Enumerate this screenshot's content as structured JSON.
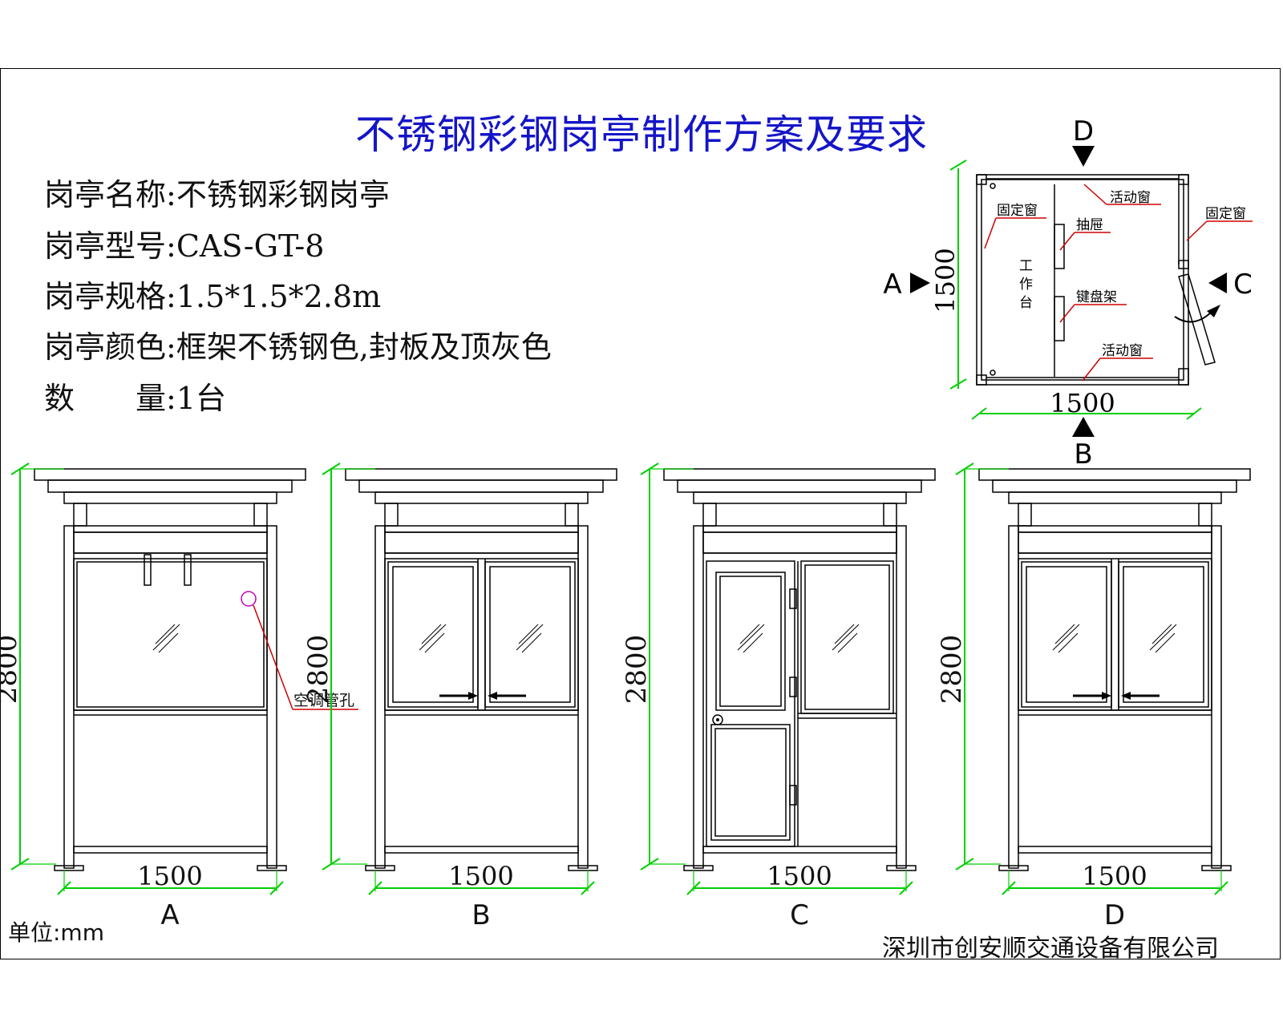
{
  "title": "不锈钢彩钢岗亭制作方案及要求",
  "specs": [
    {
      "label": "岗亭名称:",
      "value": "不锈钢彩钢岗亭"
    },
    {
      "label": "岗亭型号:",
      "value": "CAS-GT-8"
    },
    {
      "label": "岗亭规格:",
      "value": "1.5*1.5*2.8m"
    },
    {
      "label": "岗亭颜色:",
      "value": "框架不锈钢色,封板及顶灰色"
    },
    {
      "label": "数　　量:",
      "value": "1台"
    }
  ],
  "plan": {
    "direction_labels": {
      "top": "D",
      "left": "A",
      "right": "C",
      "bottom": "B"
    },
    "dim_width": "1500",
    "dim_depth": "1500",
    "labels": {
      "fixed_window_left": "固定窗",
      "fixed_window_right": "固定窗",
      "sliding_window_top": "活动窗",
      "sliding_window_bottom": "活动窗",
      "drawer": "抽屉",
      "keyboard_rack": "键盘架",
      "workbench": "工作台"
    }
  },
  "elevations": [
    {
      "label": "A",
      "height_dim": "2800",
      "width_dim": "1500",
      "note": "空调管孔"
    },
    {
      "label": "B",
      "height_dim": "2800",
      "width_dim": "1500"
    },
    {
      "label": "C",
      "height_dim": "2800",
      "width_dim": "1500"
    },
    {
      "label": "D",
      "height_dim": "2800",
      "width_dim": "1500"
    }
  ],
  "unit": "单位:mm",
  "company": "深圳市创安顺交通设备有限公司",
  "colors": {
    "title": "#1515c8",
    "dimension": "#00d000",
    "leader": "#d00000",
    "line": "#000000",
    "ac_hole": "#c000c0"
  }
}
